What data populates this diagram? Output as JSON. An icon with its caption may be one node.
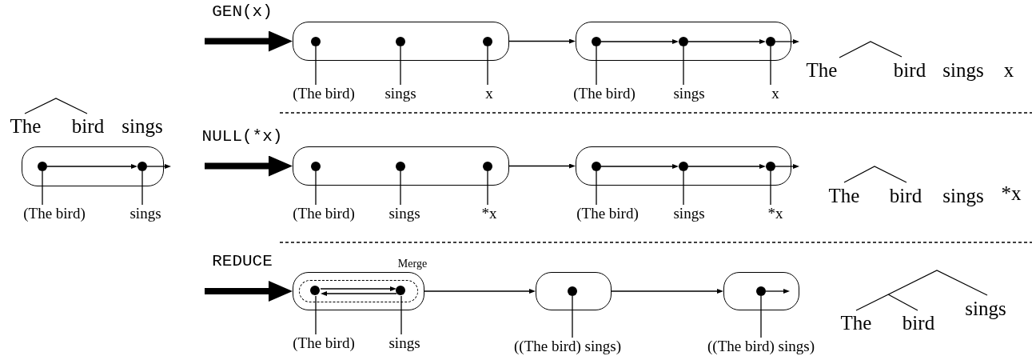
{
  "diagram": {
    "nodes": [
      {
        "text": [],
        "shape": "box"
      },
      {
        "text": [],
        "shape": "circle",
        "in": 0
      },
      {
        "text": [],
        "shape": "circle",
        "in": 0
      },
      {
        "text": [
          "(The bird)"
        ]
      },
      {
        "text": [
          "sings"
        ]
      },
      {
        "text": [],
        "shape": "box"
      },
      {
        "text": [],
        "shape": "circle",
        "in": 5
      },
      {
        "text": [],
        "shape": "circle",
        "in": 5
      },
      {
        "text": [],
        "shape": "circle",
        "in": 5
      },
      {
        "text": [
          "(The bird)"
        ]
      },
      {
        "text": [
          "sings"
        ]
      },
      {
        "text": [
          "x"
        ]
      },
      {
        "text": [],
        "shape": "box"
      },
      {
        "text": [],
        "shape": "circle",
        "in": 12
      },
      {
        "text": [],
        "shape": "circle",
        "in": 12
      },
      {
        "text": [],
        "shape": "circle",
        "in": 12
      },
      {
        "text": [
          "(The bird)"
        ]
      },
      {
        "text": [
          "sings"
        ]
      },
      {
        "text": [
          "x"
        ]
      },
      {
        "text": [],
        "shape": "box"
      },
      {
        "text": [],
        "shape": "circle",
        "in": 19
      },
      {
        "text": [],
        "shape": "circle",
        "in": 19
      },
      {
        "text": [],
        "shape": "circle",
        "in": 19
      },
      {
        "text": [
          "(The bird)"
        ]
      },
      {
        "text": [
          "sings"
        ]
      },
      {
        "text": [
          "*x"
        ]
      },
      {
        "text": [],
        "shape": "box"
      },
      {
        "text": [],
        "shape": "circle",
        "in": 26
      },
      {
        "text": [],
        "shape": "circle",
        "in": 26
      },
      {
        "text": [],
        "shape": "circle",
        "in": 26
      },
      {
        "text": [
          "(The bird)"
        ]
      },
      {
        "text": [
          "sings"
        ]
      },
      {
        "text": [
          "*x"
        ]
      },
      {
        "text": [],
        "shape": "box"
      },
      {
        "text": [],
        "shape": "box",
        "in": 33
      },
      {
        "text": [],
        "shape": "circle",
        "in": 34
      },
      {
        "text": [],
        "shape": "circle",
        "in": 34
      },
      {
        "text": [
          "(The bird)"
        ]
      },
      {
        "text": [
          "sings"
        ]
      },
      {
        "text": [],
        "shape": "box"
      },
      {
        "text": [],
        "shape": "circle",
        "in": 39
      },
      {
        "text": [
          "((The bird) sings)"
        ]
      },
      {
        "text": [],
        "shape": "box"
      },
      {
        "text": [],
        "shape": "circle",
        "in": 42
      },
      {
        "text": [
          "((The bird) sings)"
        ]
      }
    ],
    "edges": [
      {
        "from": null,
        "to": 5,
        "arrow": "to",
        "label": "GEN(x)",
        "style": "thick"
      },
      {
        "from": null,
        "to": 19,
        "arrow": "to",
        "label": "NULL(*x)",
        "style": "thick"
      },
      {
        "from": null,
        "to": 33,
        "arrow": "to",
        "label": "REDUCE",
        "style": "thick"
      },
      {
        "from": 1,
        "to": 2,
        "arrow": "to"
      },
      {
        "from": 2,
        "to": null,
        "arrow": "to"
      },
      {
        "from": 3,
        "to": 1,
        "arrow": "none"
      },
      {
        "from": 4,
        "to": 2,
        "arrow": "none"
      },
      {
        "from": 9,
        "to": 6,
        "arrow": "none"
      },
      {
        "from": 10,
        "to": 7,
        "arrow": "none"
      },
      {
        "from": 11,
        "to": 8,
        "arrow": "none"
      },
      {
        "from": 5,
        "to": 12,
        "arrow": "to"
      },
      {
        "from": 13,
        "to": 14,
        "arrow": "to"
      },
      {
        "from": 14,
        "to": 15,
        "arrow": "to"
      },
      {
        "from": 15,
        "to": null,
        "arrow": "to"
      },
      {
        "from": 16,
        "to": 13,
        "arrow": "none"
      },
      {
        "from": 17,
        "to": 14,
        "arrow": "none"
      },
      {
        "from": 18,
        "to": 15,
        "arrow": "none"
      },
      {
        "from": 23,
        "to": 20,
        "arrow": "none"
      },
      {
        "from": 24,
        "to": 21,
        "arrow": "none"
      },
      {
        "from": 25,
        "to": 22,
        "arrow": "none"
      },
      {
        "from": 19,
        "to": 26,
        "arrow": "to"
      },
      {
        "from": 27,
        "to": 28,
        "arrow": "to"
      },
      {
        "from": 28,
        "to": 29,
        "arrow": "to"
      },
      {
        "from": 29,
        "to": null,
        "arrow": "to"
      },
      {
        "from": 30,
        "to": 27,
        "arrow": "none"
      },
      {
        "from": 31,
        "to": 28,
        "arrow": "none"
      },
      {
        "from": 32,
        "to": 29,
        "arrow": "none"
      },
      {
        "from": 35,
        "to": 36,
        "arrow": "to"
      },
      {
        "from": 36,
        "to": 35,
        "arrow": "to"
      },
      {
        "from": 37,
        "to": 35,
        "arrow": "none"
      },
      {
        "from": 38,
        "to": 36,
        "arrow": "none"
      },
      {
        "from": 33,
        "to": 39,
        "arrow": "to"
      },
      {
        "from": 41,
        "to": 40,
        "arrow": "none"
      },
      {
        "from": 39,
        "to": 42,
        "arrow": "to"
      },
      {
        "from": 44,
        "to": 43,
        "arrow": "none"
      },
      {
        "from": 43,
        "to": null,
        "arrow": "to"
      }
    ],
    "labels": [
      "The",
      "bird",
      "sings",
      "x",
      "The",
      "bird",
      "sings",
      "The",
      "bird",
      "sings",
      "*x",
      "Merge",
      "The",
      "bird",
      "sings"
    ]
  }
}
